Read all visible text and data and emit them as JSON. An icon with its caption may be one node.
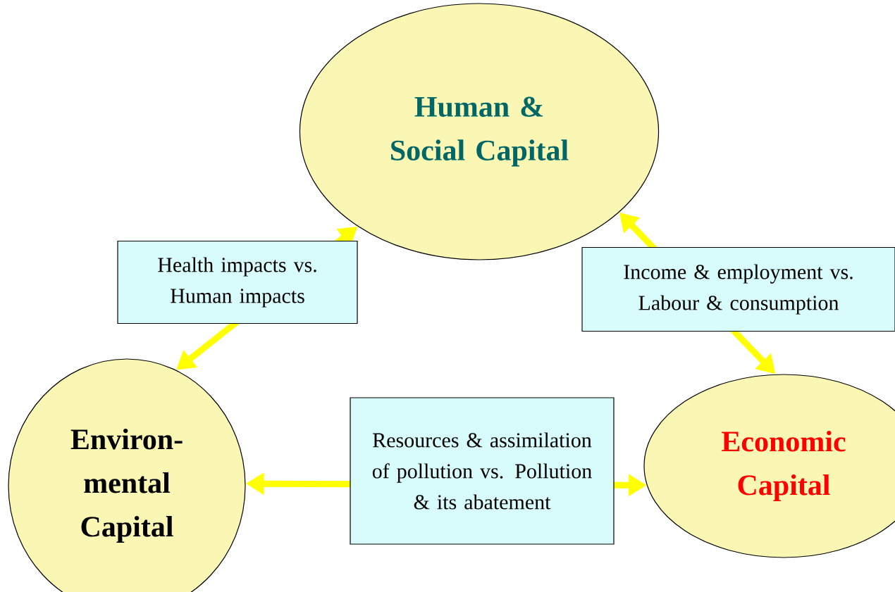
{
  "diagram": {
    "nodes": [
      {
        "text": [
          "Human & Social Capital"
        ]
      },
      {
        "text": [
          "Environ- mental Capital"
        ]
      },
      {
        "text": [
          "Economic Capital"
        ]
      }
    ],
    "edges": [
      {
        "from": 1,
        "to": 0,
        "arrow": "both",
        "label": "Health impacts vs. Human impacts"
      },
      {
        "from": 0,
        "to": 2,
        "arrow": "both",
        "label": "Income & employment vs. Labour & consumption"
      },
      {
        "from": 1,
        "to": 2,
        "arrow": "both",
        "label": "Resources & assimilation of pollution vs. Pollution & its abatement"
      }
    ]
  }
}
